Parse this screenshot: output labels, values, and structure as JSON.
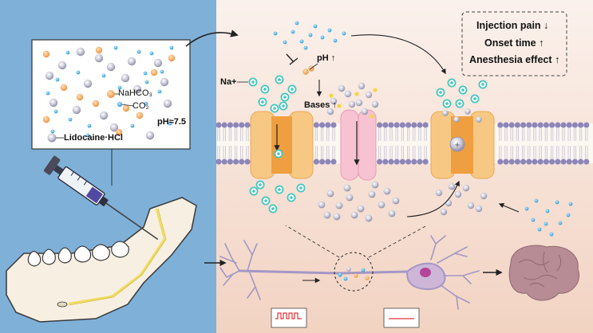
{
  "inset": {
    "nahco3_label": "NaHCO₃",
    "nahco3_sub": "3",
    "co2_label": "CO₂",
    "ph_label": "pH≈7.5",
    "lidocaine_label": "Lidocaine·HCl"
  },
  "membrane": {
    "na_label": "Na+",
    "ph_up_label": "pH ↑",
    "bases_label": "Bases ↑"
  },
  "effects": {
    "pain": "Injection pain ↓",
    "onset": "Onset time ↑",
    "anesthesia": "Anesthesia effect ↑"
  },
  "colors": {
    "left_panel": "#7fb0d8",
    "right_panel": "#f6e1d8",
    "bicarbonate": "#f0a055",
    "co2": "#3aa7dd",
    "lidocaine": "#b4b4c8",
    "sodium": "#43c6bf",
    "channel": "#f6c27b",
    "pink_channel": "#f5b8c8",
    "neuron": "#a79ac7"
  },
  "icons": [
    "syringe-icon",
    "jaw-icon",
    "neuron-icon",
    "brain-icon",
    "action-potential-icon",
    "flat-signal-icon"
  ]
}
